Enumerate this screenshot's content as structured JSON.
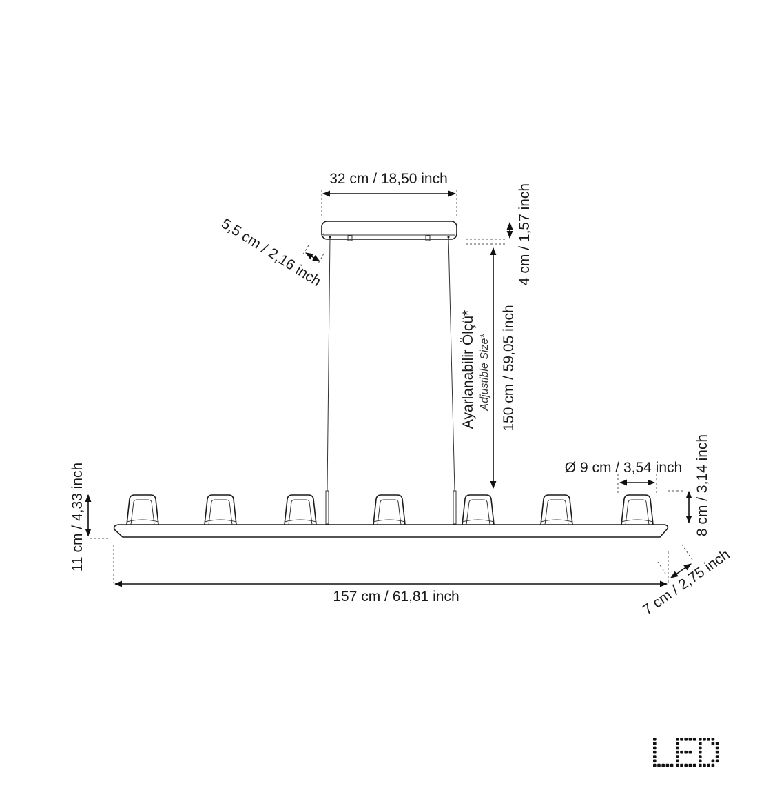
{
  "dimensions": {
    "canopy_width": "32 cm / 18,50 inch",
    "canopy_height": "4 cm / 1,57 inch",
    "canopy_depth": "5,5 cm / 2,16 inch",
    "suspension_length": "150 cm / 59,05 inch",
    "adjustable_tr": "Ayarlanabilir Ölçü*",
    "adjustable_en": "Adjustible Size*",
    "total_height": "11 cm / 4,33 inch",
    "shade_diameter": "Ø 9 cm / 3,54 inch",
    "shade_height": "8 cm / 3,14 inch",
    "total_length": "157 cm / 61,81 inch",
    "bar_depth": "7 cm / 2,75 inch"
  },
  "logo": {
    "text": "LED"
  }
}
